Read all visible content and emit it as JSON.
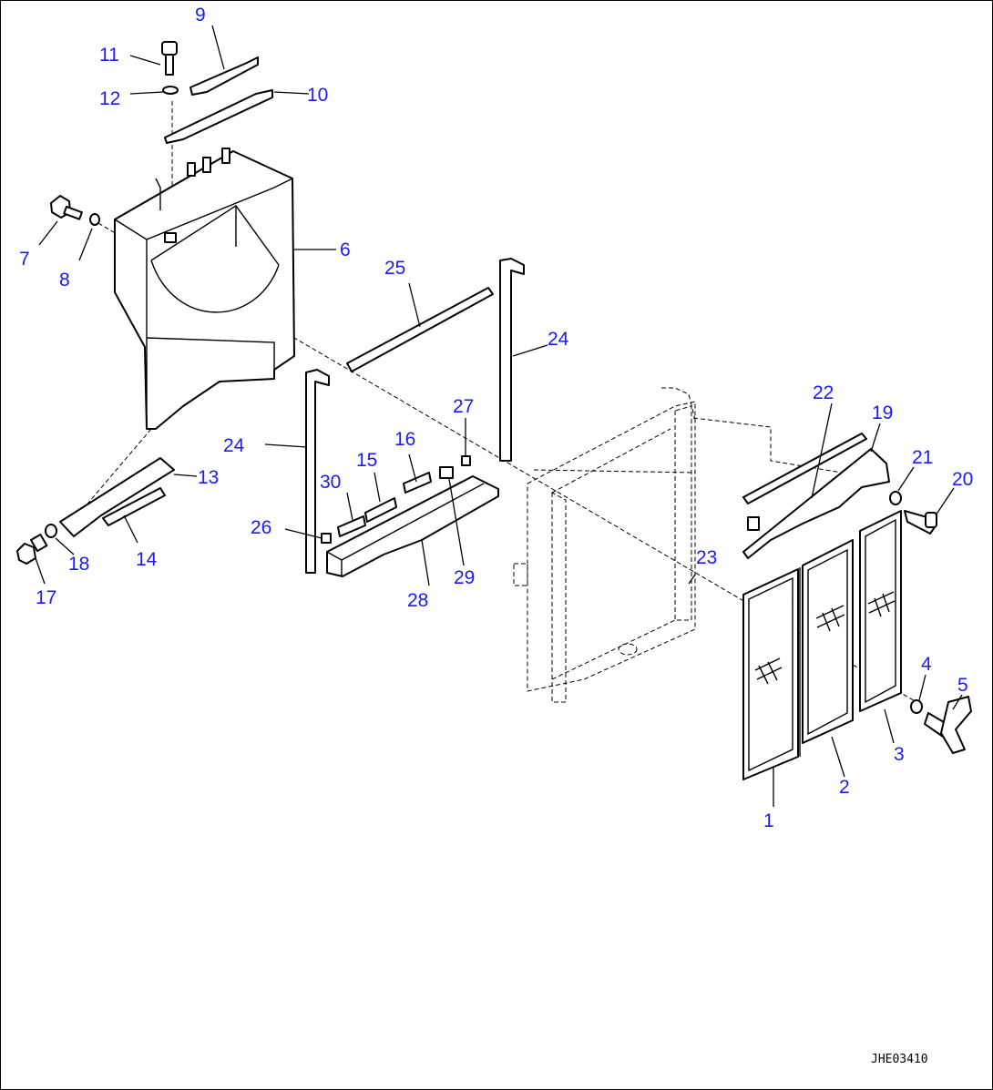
{
  "callouts": [
    {
      "id": "c1",
      "text": "1"
    },
    {
      "id": "c2",
      "text": "2"
    },
    {
      "id": "c3",
      "text": "3"
    },
    {
      "id": "c4",
      "text": "4"
    },
    {
      "id": "c5",
      "text": "5"
    },
    {
      "id": "c6",
      "text": "6"
    },
    {
      "id": "c7",
      "text": "7"
    },
    {
      "id": "c8",
      "text": "8"
    },
    {
      "id": "c9",
      "text": "9"
    },
    {
      "id": "c10",
      "text": "10"
    },
    {
      "id": "c11",
      "text": "11"
    },
    {
      "id": "c12",
      "text": "12"
    },
    {
      "id": "c13",
      "text": "13"
    },
    {
      "id": "c14",
      "text": "14"
    },
    {
      "id": "c15",
      "text": "15"
    },
    {
      "id": "c16",
      "text": "16"
    },
    {
      "id": "c17",
      "text": "17"
    },
    {
      "id": "c18",
      "text": "18"
    },
    {
      "id": "c19",
      "text": "19"
    },
    {
      "id": "c20",
      "text": "20"
    },
    {
      "id": "c21",
      "text": "21"
    },
    {
      "id": "c22",
      "text": "22"
    },
    {
      "id": "c23",
      "text": "23"
    },
    {
      "id": "c24a",
      "text": "24"
    },
    {
      "id": "c24b",
      "text": "24"
    },
    {
      "id": "c25",
      "text": "25"
    },
    {
      "id": "c26",
      "text": "26"
    },
    {
      "id": "c27",
      "text": "27"
    },
    {
      "id": "c28",
      "text": "28"
    },
    {
      "id": "c29",
      "text": "29"
    },
    {
      "id": "c30",
      "text": "30"
    }
  ],
  "drawing_code": "JHE03410",
  "colors": {
    "callout": "#1a1aff",
    "line": "#000000",
    "background": "#ffffff"
  }
}
